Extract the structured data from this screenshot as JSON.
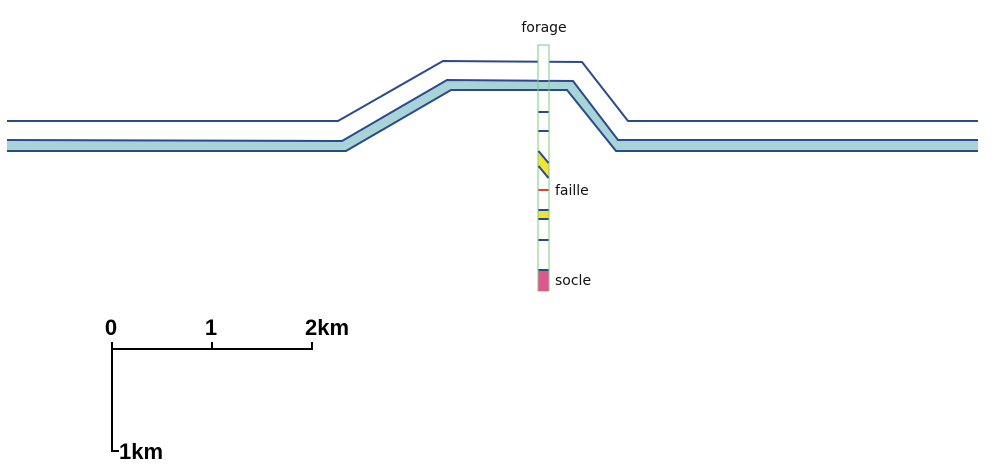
{
  "labels": {
    "borehole": "forage",
    "fault": "faille",
    "basement": "socle"
  },
  "scale": {
    "horizontal_ticks": [
      "0",
      "1",
      "2km"
    ],
    "vertical_label": "1km"
  },
  "colors": {
    "line": "#2b4a8e",
    "layer_fill": "#a8d4d8",
    "borehole_outline": "#7fc97f",
    "fault": "#e0452b",
    "yellow_layer": "#f0e535",
    "basement": "#e0568f",
    "scale_line": "#000000"
  }
}
